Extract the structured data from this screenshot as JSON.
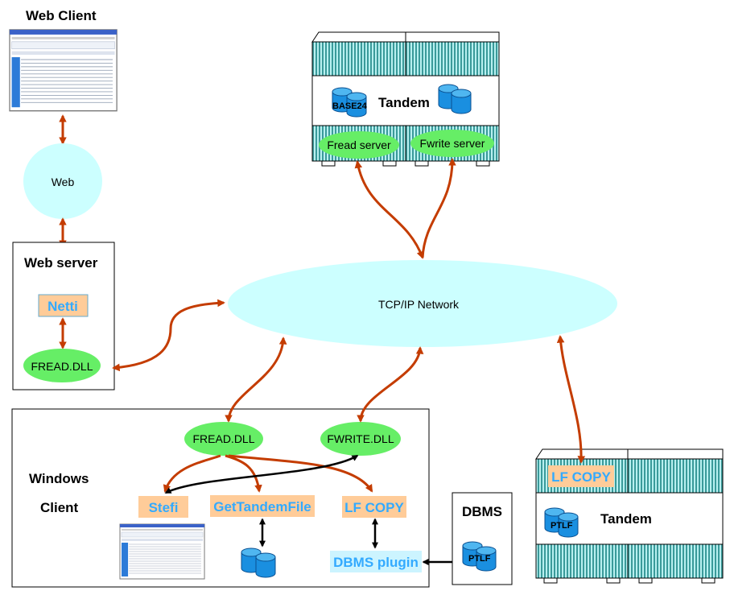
{
  "labels": {
    "web_client": "Web Client",
    "web": "Web",
    "web_server": "Web server",
    "netti": "Netti",
    "fread_dll_server": "FREAD.DLL",
    "tandem_top": "Tandem",
    "base24": "BASE24",
    "fread_server": "Fread server",
    "fwrite_server": "Fwrite server",
    "network": "TCP/IP Network",
    "windows": "Windows",
    "client": "Client",
    "fread_dll_client": "FREAD.DLL",
    "fwrite_dll_client": "FWRITE.DLL",
    "stefi": "Stefi",
    "get_tandem_file": "GetTandemFile",
    "lf_copy_client": "LF COPY",
    "dbms_plugin": "DBMS plugin",
    "dbms": "DBMS",
    "ptlf_dbms": "PTLF",
    "tandem_bottom": "Tandem",
    "lf_copy_tandem": "LF COPY",
    "ptlf_tandem": "PTLF"
  },
  "colors": {
    "arrow_red": "#c43c00",
    "arrow_black": "#000000",
    "cyan_fill": "#ccffff",
    "green_fill": "#66ee66",
    "tan_fill": "#ffcc99",
    "blue_text": "#33aaff",
    "stripe": "#3a9a9a",
    "disk_blue": "#1a8fe0",
    "light_cyan_box": "#ccf4ff"
  },
  "icons": {
    "screenshot_top": "app-screenshot-icon",
    "screenshot_bottom": "app-screenshot-icon",
    "database": "database-icon"
  }
}
